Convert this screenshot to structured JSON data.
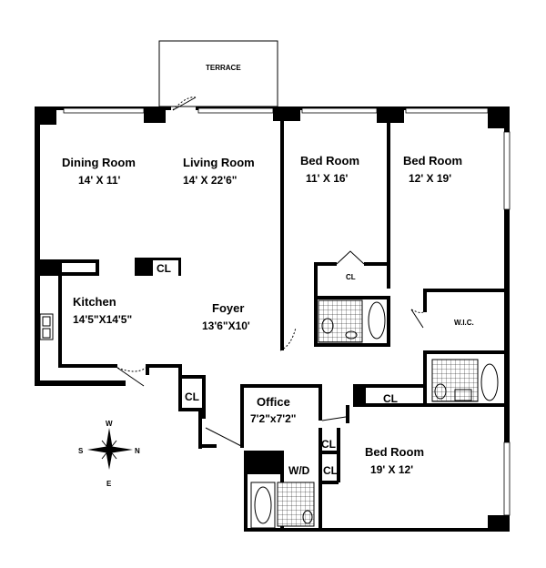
{
  "rooms": {
    "terrace": "TERRACE",
    "dining": {
      "name": "Dining Room",
      "dims": "14' X 11'"
    },
    "living": {
      "name": "Living Room",
      "dims": "14' X 22'6\""
    },
    "bed1": {
      "name": "Bed Room",
      "dims": "11' X 16'"
    },
    "bed2": {
      "name": "Bed Room",
      "dims": "12' X 19'"
    },
    "kitchen": {
      "name": "Kitchen",
      "dims": "14'5\"X14'5\""
    },
    "foyer": {
      "name": "Foyer",
      "dims": "13'6\"X10'"
    },
    "office": {
      "name": "Office",
      "dims": "7'2\"x7'2\""
    },
    "bed3": {
      "name": "Bed Room",
      "dims": "19' X 12'"
    },
    "wic": "W.I.C.",
    "wd": "W/D"
  },
  "closets": {
    "kitchen_cl": "CL",
    "bed1_cl": "CL",
    "foyer_cl": "CL",
    "bed3_cl": "CL",
    "office_cl1": "CL",
    "office_cl2": "CL"
  },
  "compass": {
    "n": "N",
    "s": "S",
    "e": "E",
    "w": "W"
  }
}
